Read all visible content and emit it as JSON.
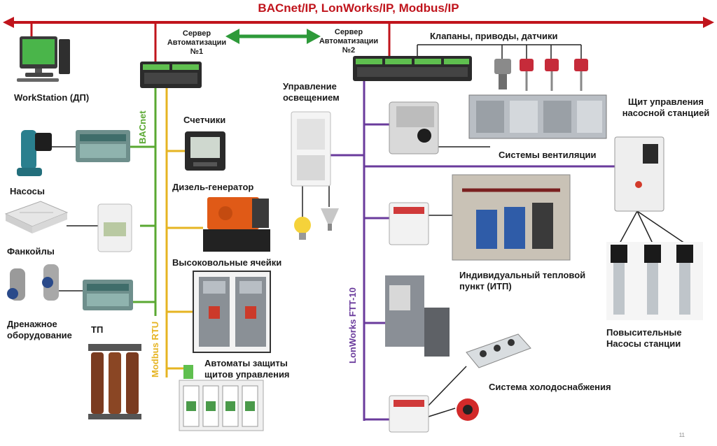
{
  "bus": {
    "title": "BACnet/IP, LonWorks/IP, Modbus/IP"
  },
  "server1": {
    "label": "Сервер\nАвтоматизации\n№1"
  },
  "server2": {
    "label": "Сервер\nАвтоматизации\n№2"
  },
  "workstation": {
    "label": "WorkStation (ДП)"
  },
  "protocols": {
    "bacnet": "BACnet",
    "modbus": "Modbus RTU",
    "lonworks": "LonWorks FTT-10"
  },
  "devices": {
    "pumps": "Насосы",
    "fancoils": "Фанкойлы",
    "drainage": "Дренажное\nоборудование",
    "tp": "ТП",
    "meters": "Счетчики",
    "generator": "Дизель-генератор",
    "hv_cells": "Высоковольные ячейки",
    "breakers": "Автоматы защиты\nщитов управления",
    "lighting": "Управление\nосвещением",
    "valves": "Клапаны, приводы, датчики",
    "ventilation": "Системы вентиляции",
    "pump_panel": "Щит управления\nнасосной станцией",
    "itp": "Индивидуальный тепловой\nпункт (ИТП)",
    "booster": "Повысительные\nНасосы станции",
    "cooling": "Система холодоснабжения"
  },
  "page_number": "11",
  "colors": {
    "bus": "#c0141c",
    "bacnet": "#5aa832",
    "modbus": "#e6b422",
    "lonworks": "#6a3b9c",
    "link": "#2e9a3a"
  }
}
